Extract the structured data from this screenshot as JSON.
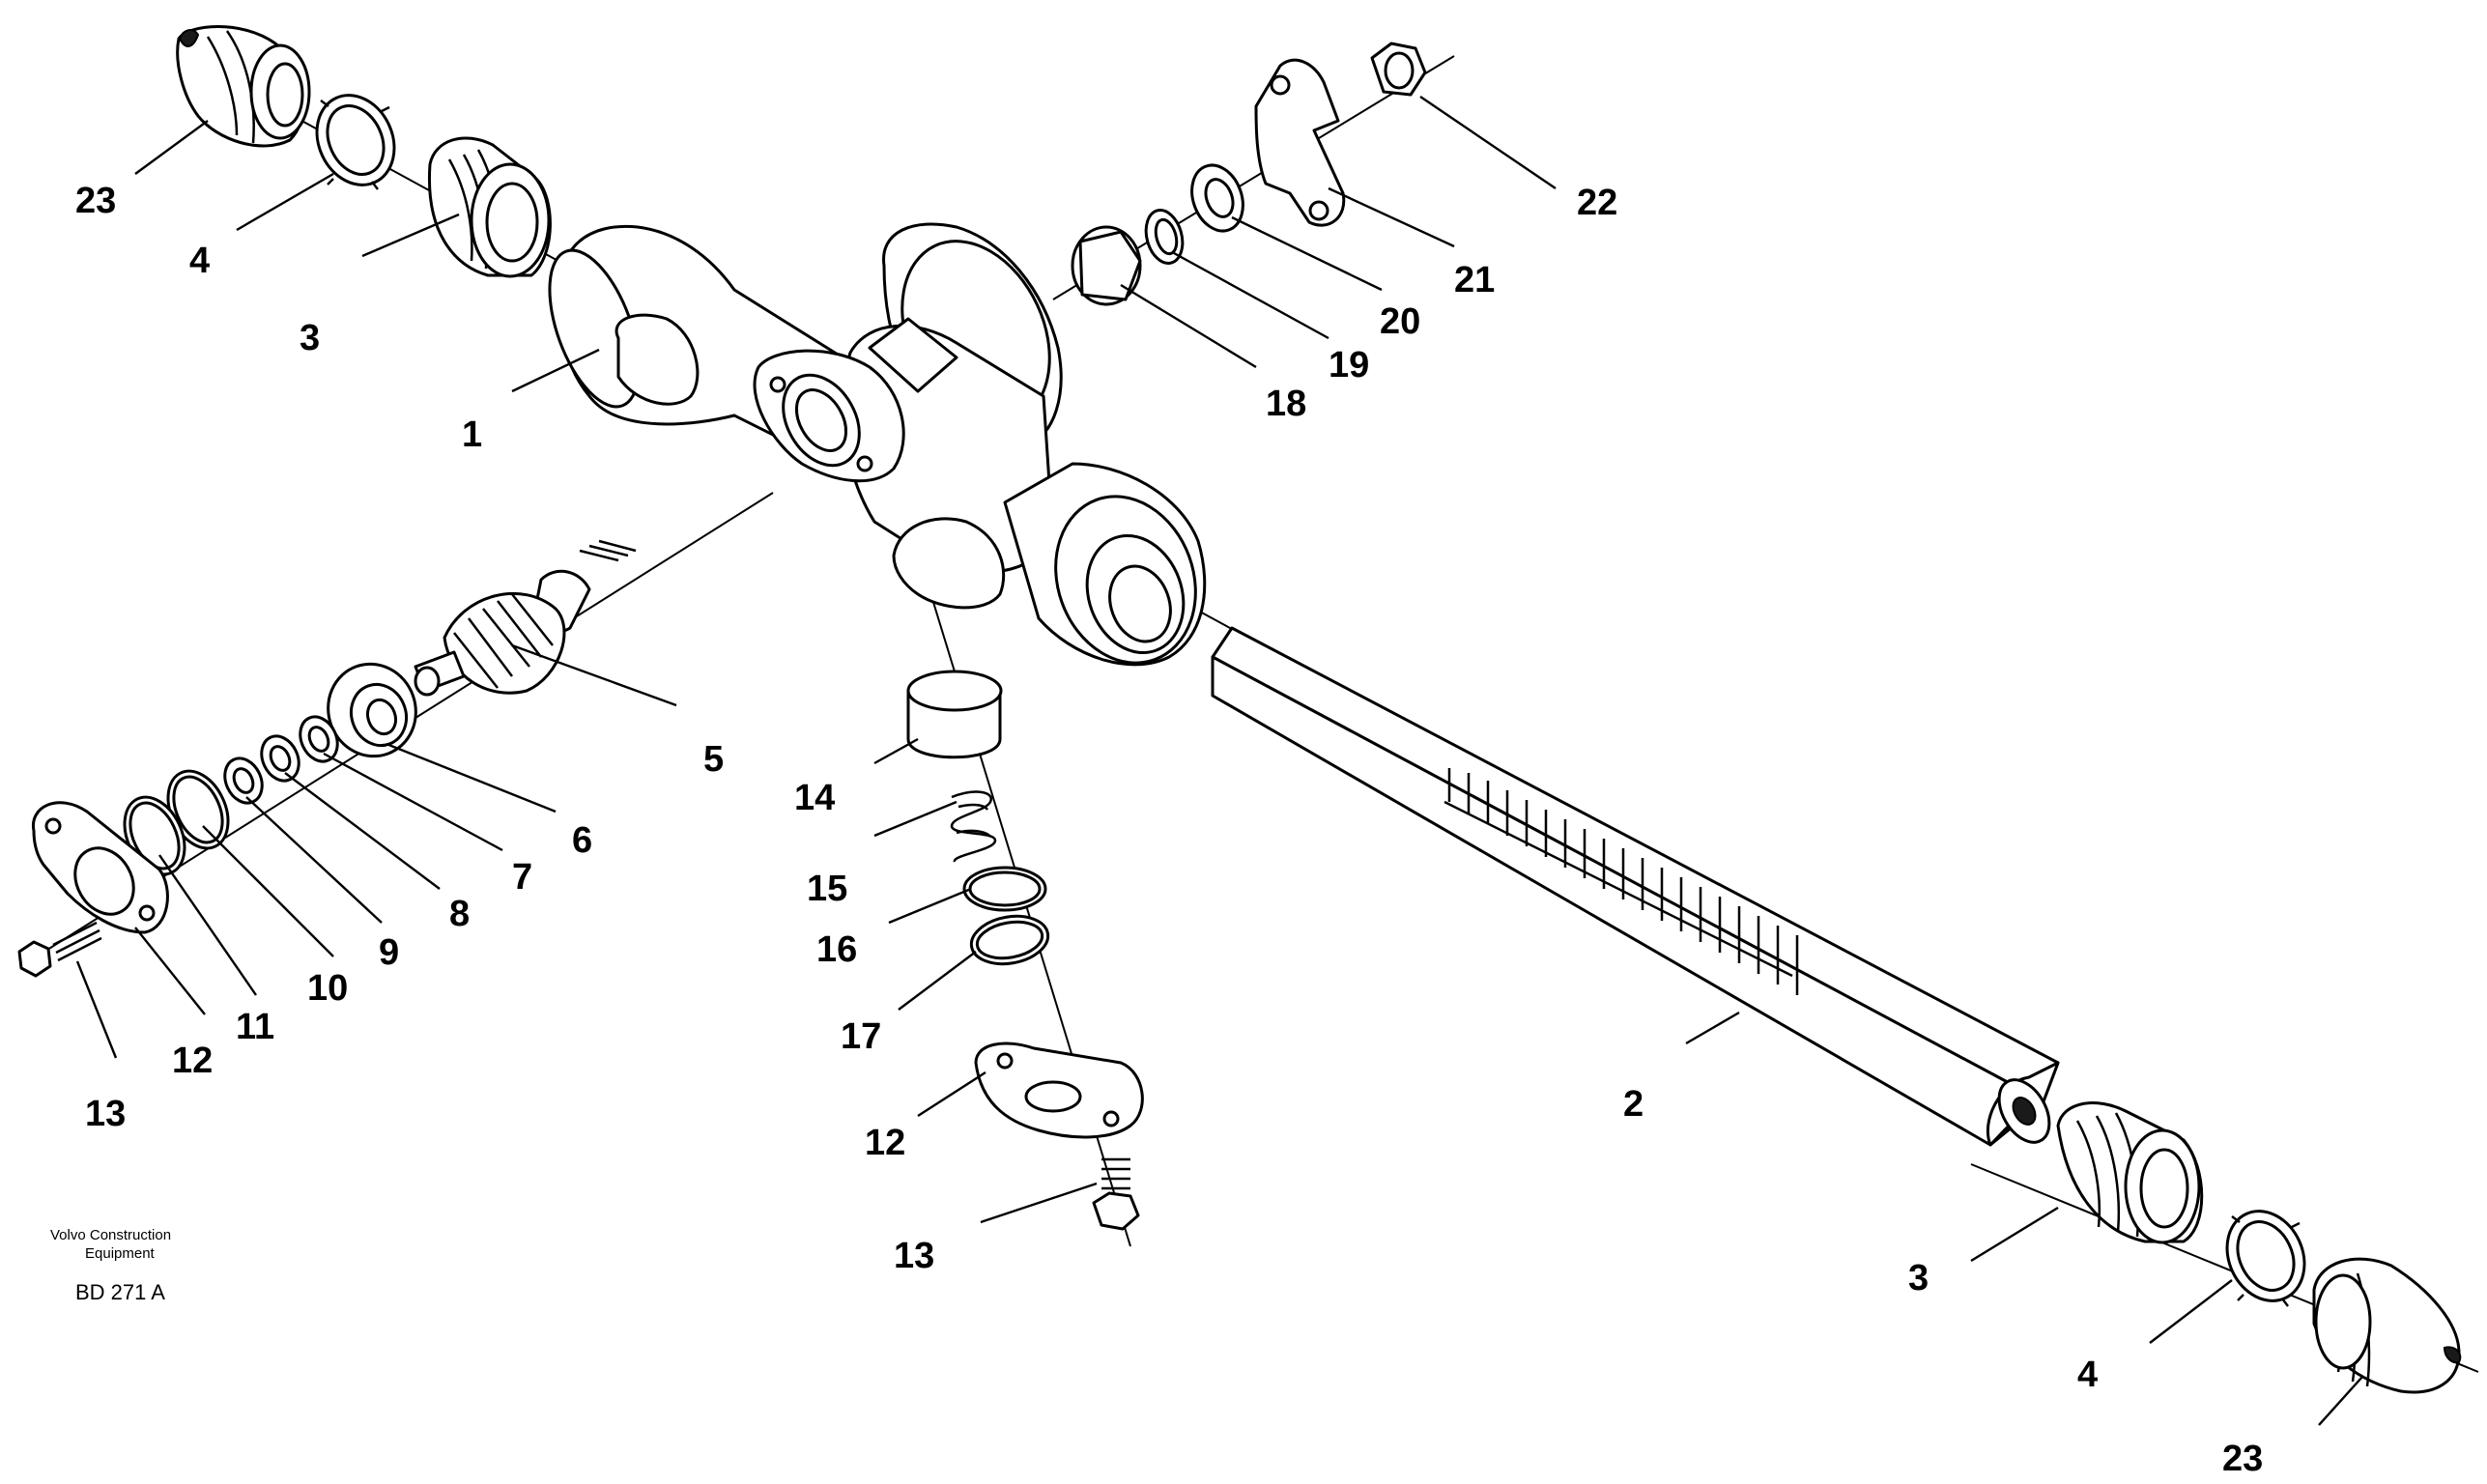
{
  "callouts": [
    {
      "id": "1",
      "label": "1"
    },
    {
      "id": "2",
      "label": "2"
    },
    {
      "id": "3a",
      "label": "3"
    },
    {
      "id": "3b",
      "label": "3"
    },
    {
      "id": "4a",
      "label": "4"
    },
    {
      "id": "4b",
      "label": "4"
    },
    {
      "id": "5",
      "label": "5"
    },
    {
      "id": "6",
      "label": "6"
    },
    {
      "id": "7",
      "label": "7"
    },
    {
      "id": "8",
      "label": "8"
    },
    {
      "id": "9",
      "label": "9"
    },
    {
      "id": "10",
      "label": "10"
    },
    {
      "id": "11",
      "label": "11"
    },
    {
      "id": "12a",
      "label": "12"
    },
    {
      "id": "12b",
      "label": "12"
    },
    {
      "id": "13a",
      "label": "13"
    },
    {
      "id": "13b",
      "label": "13"
    },
    {
      "id": "14",
      "label": "14"
    },
    {
      "id": "15",
      "label": "15"
    },
    {
      "id": "16",
      "label": "16"
    },
    {
      "id": "17",
      "label": "17"
    },
    {
      "id": "18",
      "label": "18"
    },
    {
      "id": "19",
      "label": "19"
    },
    {
      "id": "20",
      "label": "20"
    },
    {
      "id": "21",
      "label": "21"
    },
    {
      "id": "22",
      "label": "22"
    },
    {
      "id": "23a",
      "label": "23"
    },
    {
      "id": "23b",
      "label": "23"
    }
  ],
  "footer": {
    "company_line1": "Volvo Construction",
    "company_line2": "Equipment",
    "drawing_code": "BD 271 A"
  }
}
